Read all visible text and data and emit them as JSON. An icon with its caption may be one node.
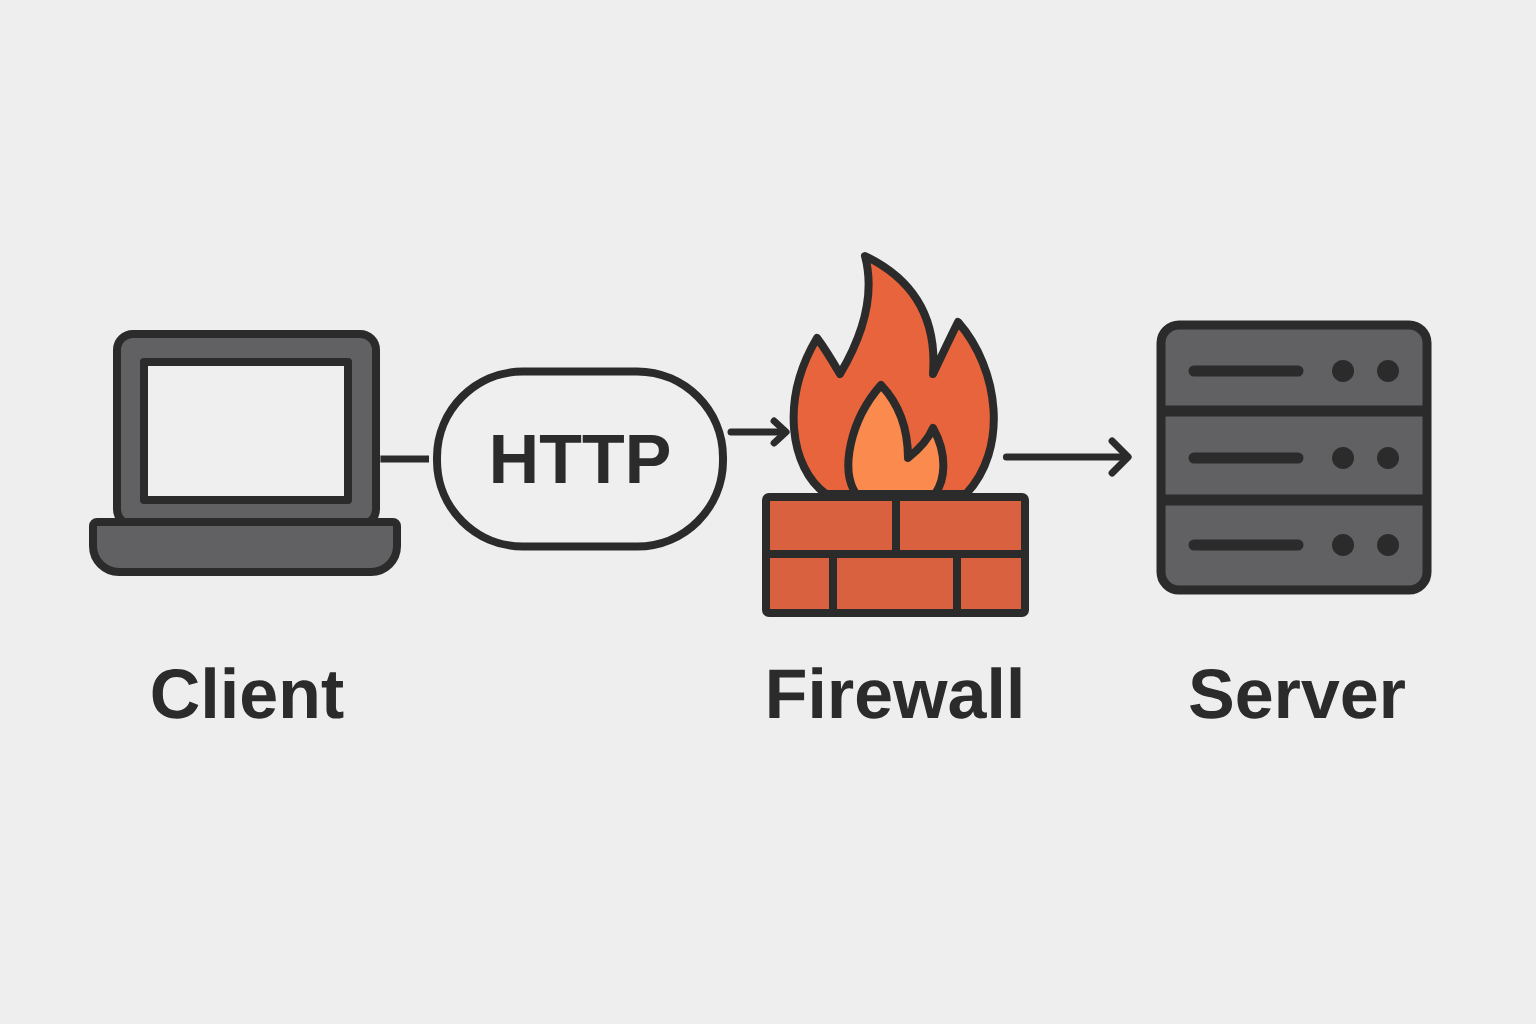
{
  "diagram": {
    "nodes": [
      {
        "text": [
          "Client"
        ]
      },
      {
        "text": [
          "HTTP"
        ]
      },
      {
        "text": [
          "Firewall"
        ]
      },
      {
        "text": [
          "Server"
        ]
      }
    ],
    "edges": [
      {
        "from": 0,
        "to": 1,
        "arrow": "none"
      },
      {
        "from": 1,
        "to": 2,
        "arrow": "to"
      },
      {
        "from": 2,
        "to": 3,
        "arrow": "to"
      }
    ]
  }
}
